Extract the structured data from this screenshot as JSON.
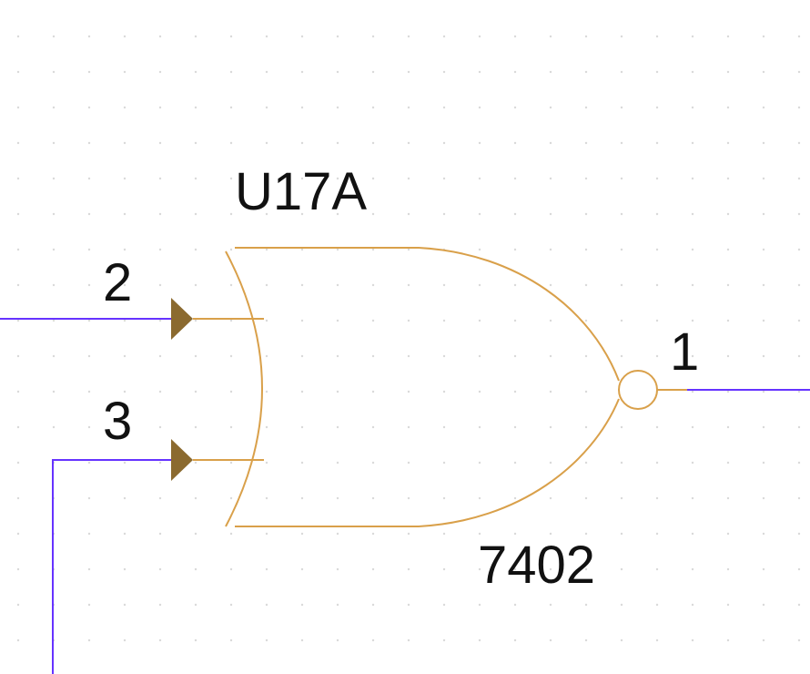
{
  "component": {
    "reference": "U17A",
    "part_number": "7402",
    "gate_type": "NOR"
  },
  "pins": {
    "input_a": "2",
    "input_b": "3",
    "output": "1"
  },
  "colors": {
    "background": "#ffffff",
    "grid_dot": "#d9d9d9",
    "gate_body": "#d9a04a",
    "pin_arrow": "#8b6a2f",
    "wire": "#6633ff",
    "text": "#111111"
  }
}
